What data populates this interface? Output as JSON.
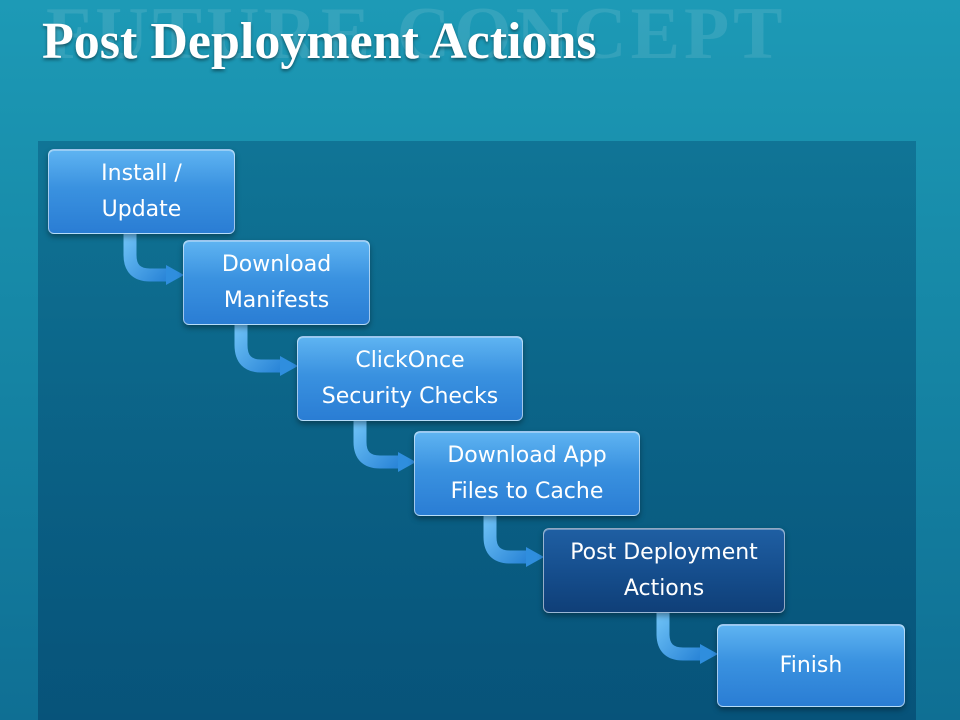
{
  "slide": {
    "watermark": "FUTURE CONCEPT",
    "title": "Post Deployment Actions"
  },
  "steps": [
    {
      "label": "Install /\nUpdate"
    },
    {
      "label": "Download\nManifests"
    },
    {
      "label": "ClickOnce\nSecurity Checks"
    },
    {
      "label": "Download App\nFiles to Cache"
    },
    {
      "label": "Post Deployment\nActions",
      "active": true
    },
    {
      "label": "Finish"
    }
  ],
  "colors": {
    "step_fill": "#3a92e0",
    "step_active_fill": "#154d8c",
    "connector": "#3d9ae4",
    "background": "#1687a6"
  }
}
